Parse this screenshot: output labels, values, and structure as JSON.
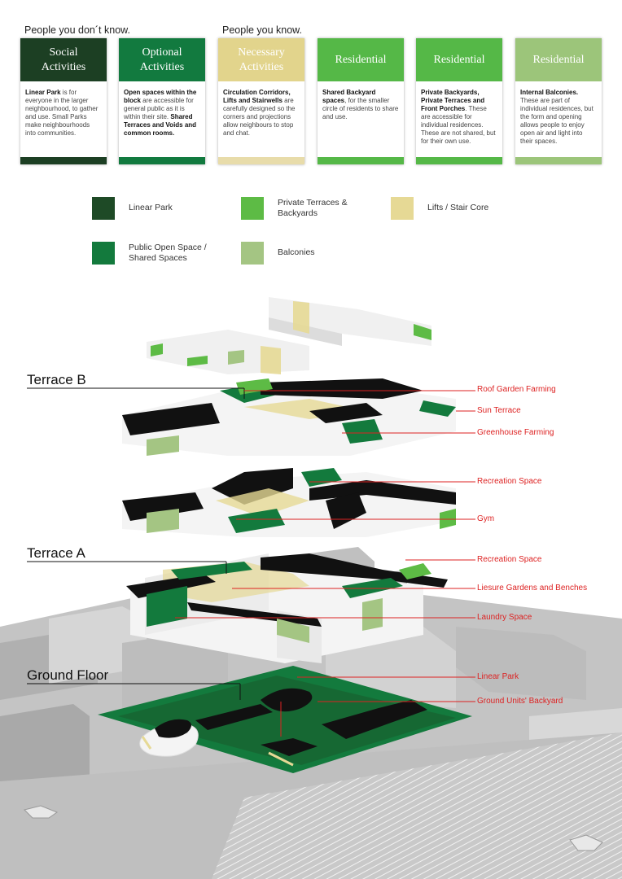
{
  "headers": {
    "left": "People you don´t know.",
    "right": "People you know."
  },
  "cards": [
    {
      "title": "Social Activities",
      "color": "#1c3f23",
      "bar": "#1c3f23",
      "b1": "Linear Park",
      "t1": " is for everyone in the larger neighbourhood, to gather and use. Small Parks make neighbourhoods into communities."
    },
    {
      "title": "Optional Activities",
      "color": "#127a3f",
      "bar": "#127a3f",
      "b1": "Open spaces within the block",
      "t1": " are accessible for general public as it is within their site. ",
      "b2": "Shared Terraces and Voids and common rooms."
    },
    {
      "title": "Necessary Activities",
      "color": "#e2d48c",
      "bar": "#e8dcaa",
      "b1": "Circulation Corridors, Lifts and Stairwells",
      "t1": " are carefully designed so the corners and projections allow neighbours to stop and chat."
    },
    {
      "title": "Residential",
      "color": "#55b847",
      "bar": "#55b847",
      "b1": "Shared Backyard spaces",
      "t1": ", for the smaller circle of residents to share and use."
    },
    {
      "title": "Residential",
      "color": "#55b847",
      "bar": "#55b847",
      "b1": "Private Backyards, Private Terraces and Front Porches",
      "t1": ". These are accessible for individual residences. These are not shared, but for their own use."
    },
    {
      "title": "Residential",
      "color": "#9cc57a",
      "bar": "#9cc57a",
      "b1": "Internal Balconies.",
      "t1": " These are part of individual residences, but the form and opening allows people to enjoy open air and light into their spaces."
    }
  ],
  "legend": [
    {
      "label": "Linear Park",
      "color": "#1e4a26"
    },
    {
      "label": "Private Terraces & Backyards",
      "color": "#5dbb45"
    },
    {
      "label": "Lifts / Stair Core",
      "color": "#e6d995"
    },
    {
      "label": "Public Open Space / Shared Spaces",
      "color": "#137a3d"
    },
    {
      "label": "Balconies",
      "color": "#a4c583"
    }
  ],
  "levels": {
    "terrace_b": "Terrace B",
    "terrace_a": "Terrace A",
    "ground": "Ground Floor"
  },
  "annotations": [
    "Roof Garden Farming",
    "Sun Terrace",
    "Greenhouse Farming",
    "Recreation Space",
    "Gym",
    "Recreation Space",
    "Liesure Gardens and Benches",
    "Laundry Space",
    "Linear Park",
    "Ground Units' Backyard"
  ],
  "colors": {
    "annotation": "#dd2222",
    "roof": "#111111",
    "wall": "#f4f4f4",
    "context": "#b9b9b9"
  }
}
